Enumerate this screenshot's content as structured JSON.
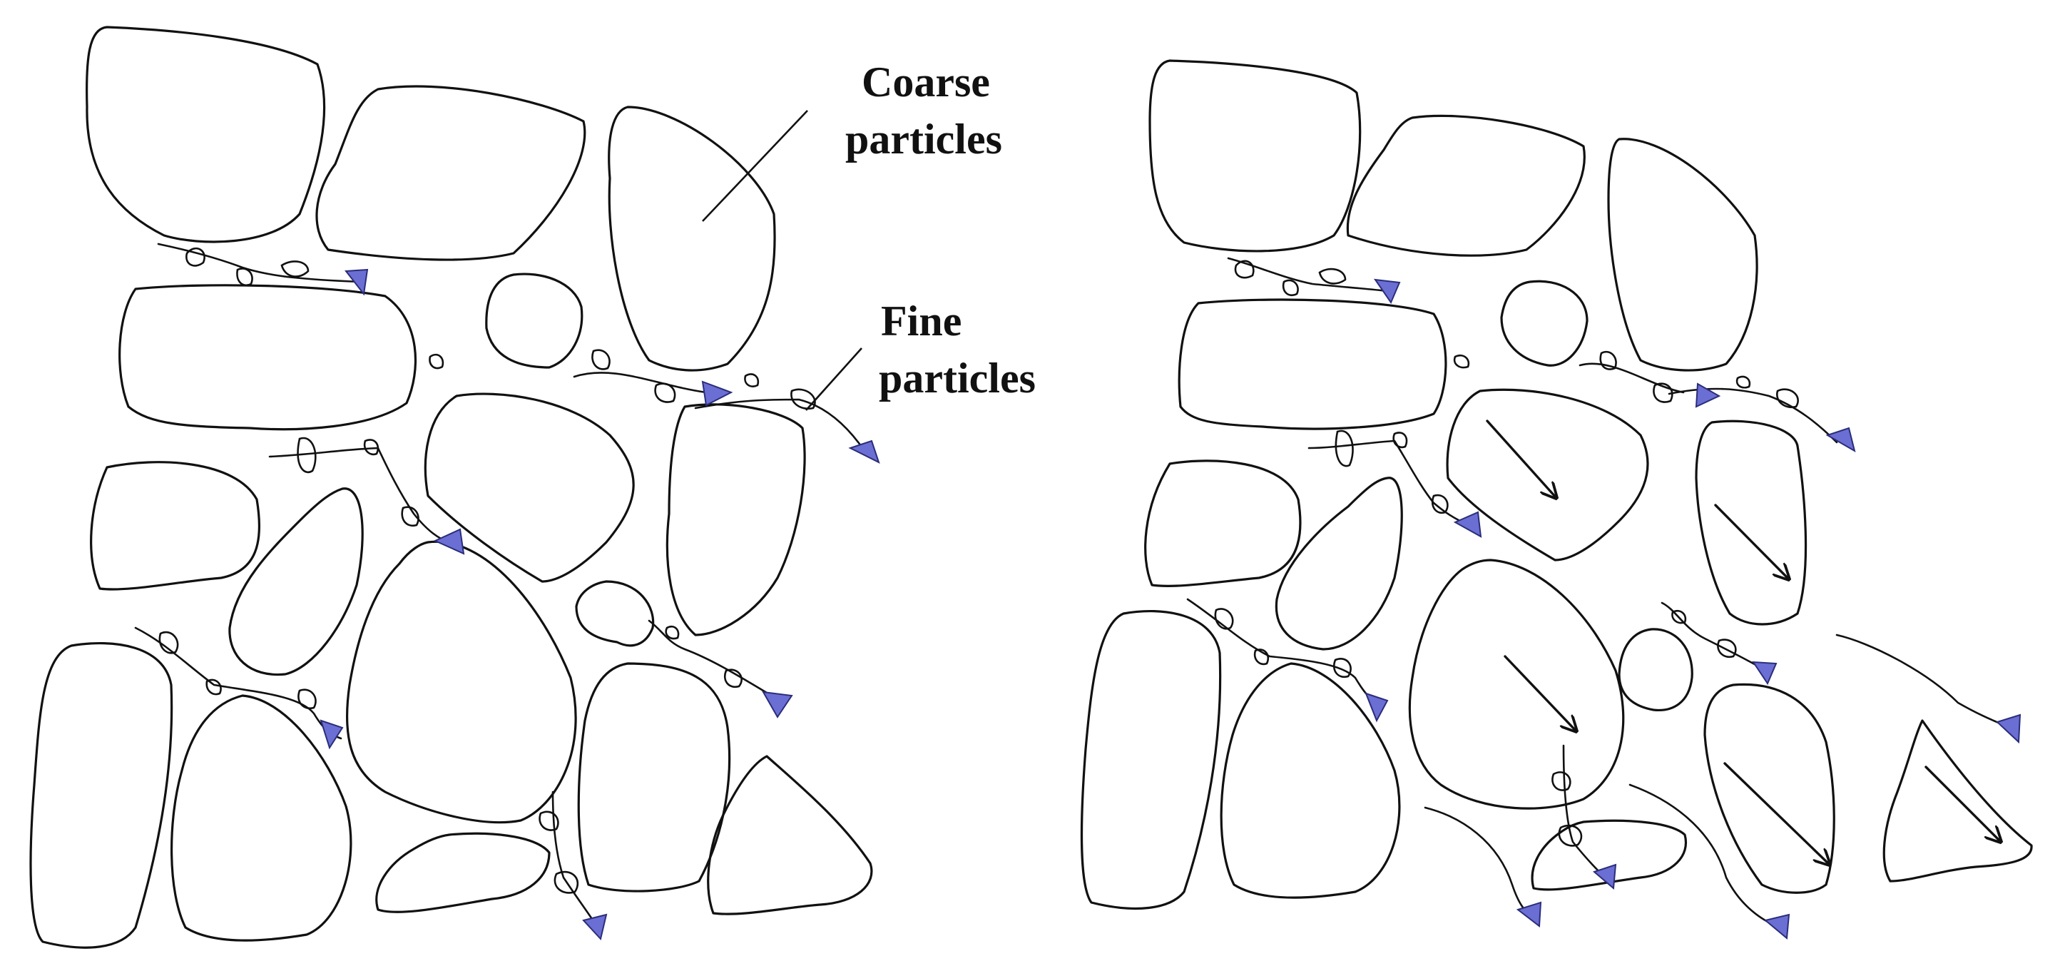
{
  "labels": {
    "coarse_line1": "Coarse",
    "coarse_line2": "particles",
    "fine_line1": "Fine",
    "fine_line2": "particles"
  },
  "colors": {
    "outline": "#111111",
    "arrowhead_fill": "#6b6fd4",
    "arrowhead_stroke": "#2a2d7a",
    "background": "#ffffff"
  },
  "panels": [
    {
      "name": "left-panel",
      "description_shown": "stable skeleton of coarse particles with fine particles migrating through pores"
    },
    {
      "name": "right-panel",
      "description_shown": "coarse particles displaced (black arrows) as fine particles migrate"
    }
  ]
}
